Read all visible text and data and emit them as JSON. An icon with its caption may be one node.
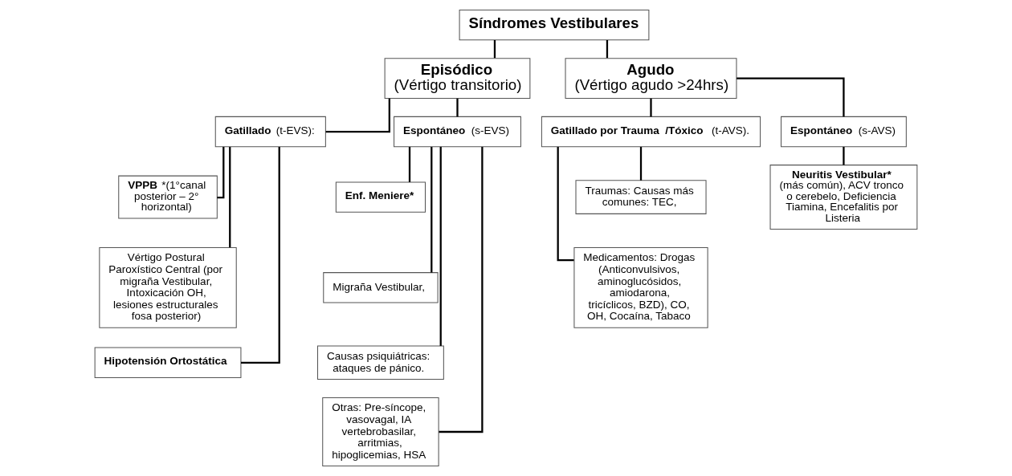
{
  "diagram": {
    "nodes": [
      {
        "text": [
          "Síndromes Vestibulares"
        ]
      },
      {
        "text": [
          "Episódico",
          "(Vértigo transitorio)"
        ]
      },
      {
        "text": [
          "Agudo",
          "(Vértigo agudo >24hrs)"
        ]
      },
      {
        "text": [
          "**Gatillado** (t-EVS):"
        ]
      },
      {
        "text": [
          "**Espontáneo** (s-EVS)"
        ]
      },
      {
        "text": [
          "**Gatillado por Trauma  /Tóxico** (t-AVS)."
        ]
      },
      {
        "text": [
          "**Espontáneo** (s-AVS)"
        ]
      },
      {
        "text": [
          "**VPPB** *(1°canal posterior – 2° horizontal)"
        ]
      },
      {
        "text": [
          "Vértigo Postural Paroxístico Central (por migraña Vestibular, Intoxicación OH, lesiones estructurales fosa posterior)"
        ]
      },
      {
        "text": [
          "Hipotensión Ortostática"
        ]
      },
      {
        "text": [
          "Enf. Meniere*"
        ]
      },
      {
        "text": [
          "Migraña Vestibular,"
        ]
      },
      {
        "text": [
          "Causas psiquiátricas: ataques de pánico."
        ]
      },
      {
        "text": [
          "Otras: Pre-síncope, vasovagal, IA vertebrobasilar, arritmias, hipoglicemias, HSA"
        ]
      },
      {
        "text": [
          "Traumas: Causas más comunes: TEC,"
        ]
      },
      {
        "text": [
          "Medicamentos: Drogas (Anticonvulsivos, aminoglucósidos, amiodarona, tricíclicos, BZD), CO, OH, Cocaína, Tabaco"
        ]
      },
      {
        "text": [
          "**Neuritis Vestibular*** (más común), ACV tronco o cerebelo, Deficiencia Tiamina, Encefalitis por Listeria"
        ]
      }
    ],
    "edges": [
      {
        "from": 0,
        "to": 1,
        "arrow": "none"
      },
      {
        "from": 0,
        "to": 2,
        "arrow": "none"
      },
      {
        "from": 1,
        "to": 3,
        "arrow": "none"
      },
      {
        "from": 1,
        "to": 4,
        "arrow": "none"
      },
      {
        "from": 2,
        "to": 5,
        "arrow": "none"
      },
      {
        "from": 2,
        "to": 6,
        "arrow": "none"
      },
      {
        "from": 3,
        "to": 7,
        "arrow": "none"
      },
      {
        "from": 3,
        "to": 8,
        "arrow": "none"
      },
      {
        "from": 3,
        "to": 9,
        "arrow": "none"
      },
      {
        "from": 4,
        "to": 10,
        "arrow": "none"
      },
      {
        "from": 4,
        "to": 11,
        "arrow": "none"
      },
      {
        "from": 4,
        "to": 12,
        "arrow": "none"
      },
      {
        "from": 4,
        "to": 13,
        "arrow": "none"
      },
      {
        "from": 5,
        "to": 14,
        "arrow": "none"
      },
      {
        "from": 5,
        "to": 15,
        "arrow": "none"
      },
      {
        "from": 6,
        "to": 16,
        "arrow": "none"
      }
    ]
  }
}
